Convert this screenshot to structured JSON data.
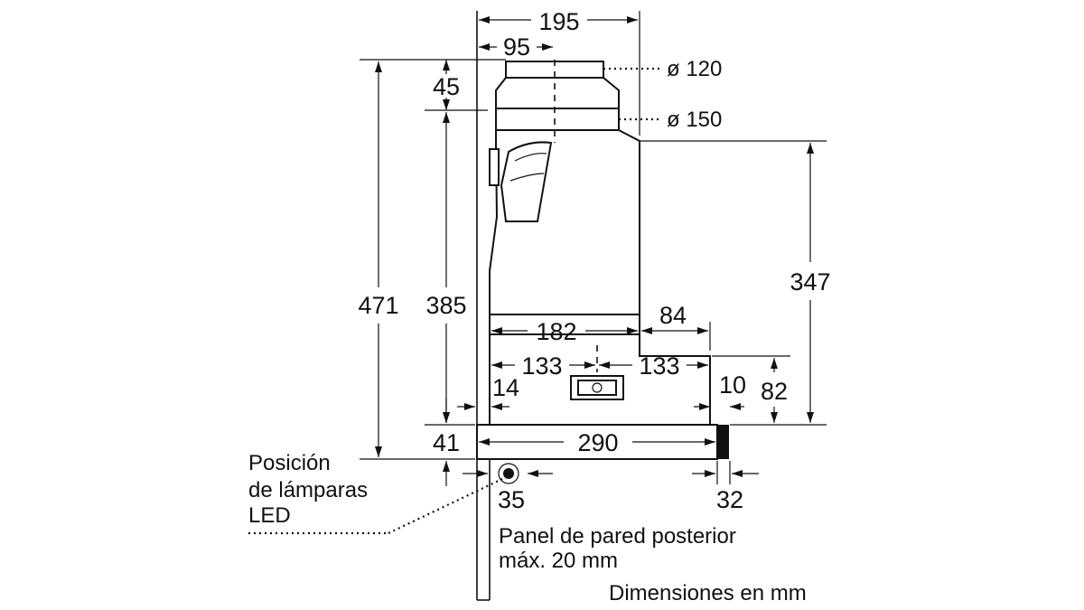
{
  "dimensions": {
    "d195": "195",
    "d95": "95",
    "d45": "45",
    "d471": "471",
    "d385": "385",
    "d347": "347",
    "d182": "182",
    "d84": "84",
    "d133_left": "133",
    "d133_right": "133",
    "d14": "14",
    "d10": "10",
    "d82": "82",
    "d41": "41",
    "d290": "290",
    "d35": "35",
    "d32": "32"
  },
  "ducts": {
    "d120": "ø 120",
    "d150": "ø 150"
  },
  "labels": {
    "led_line1": "Posición",
    "led_line2": "de lámparas",
    "led_line3": "LED",
    "panel_line1": "Panel de pared posterior",
    "panel_line2": "máx. 20 mm",
    "units": "Dimensiones en mm"
  }
}
